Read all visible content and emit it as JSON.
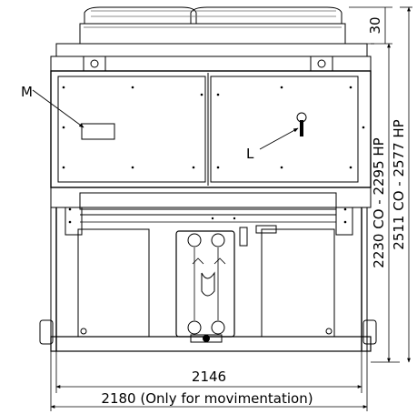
{
  "drawing": {
    "callouts": {
      "m": "M",
      "l": "L"
    },
    "dimensions": {
      "top_clearance": "30",
      "height_co": "2230 CO - 2295 HP",
      "height_total": "2511 CO - 2577 HP",
      "width": "2146",
      "width_transport": "2180 (Only for movimentation)"
    }
  }
}
